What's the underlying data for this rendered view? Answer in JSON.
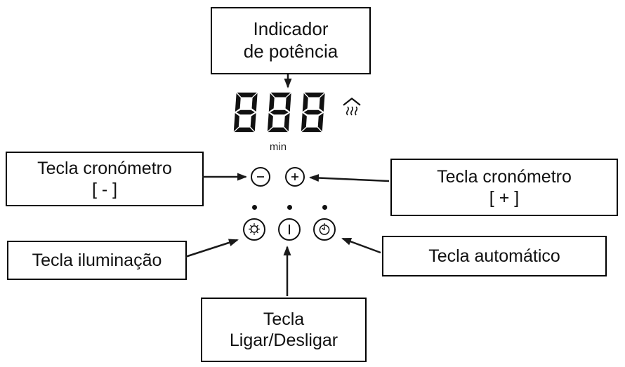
{
  "colors": {
    "ink": "#111111",
    "background": "#ffffff"
  },
  "labels": {
    "power_indicator": {
      "line1": "Indicador",
      "line2": "de potência"
    },
    "timer_minus": {
      "line1": "Tecla cronómetro",
      "line2": "[ - ]"
    },
    "timer_plus": {
      "line1": "Tecla cronómetro",
      "line2": "[ + ]"
    },
    "light": "Tecla iluminação",
    "automatic": "Tecla automático",
    "on_off": {
      "line1": "Tecla",
      "line2": "Ligar/Desligar"
    }
  },
  "display": {
    "value": "888",
    "unit": "min",
    "icon": "extractor-hood-icon"
  },
  "keys": [
    {
      "id": "timer-minus",
      "icon": "minus-icon"
    },
    {
      "id": "timer-plus",
      "icon": "plus-icon"
    },
    {
      "id": "light",
      "icon": "bulb-icon",
      "led": true
    },
    {
      "id": "on-off",
      "icon": "power-bar-icon",
      "led": true
    },
    {
      "id": "automatic",
      "icon": "clock-icon",
      "led": true
    }
  ]
}
